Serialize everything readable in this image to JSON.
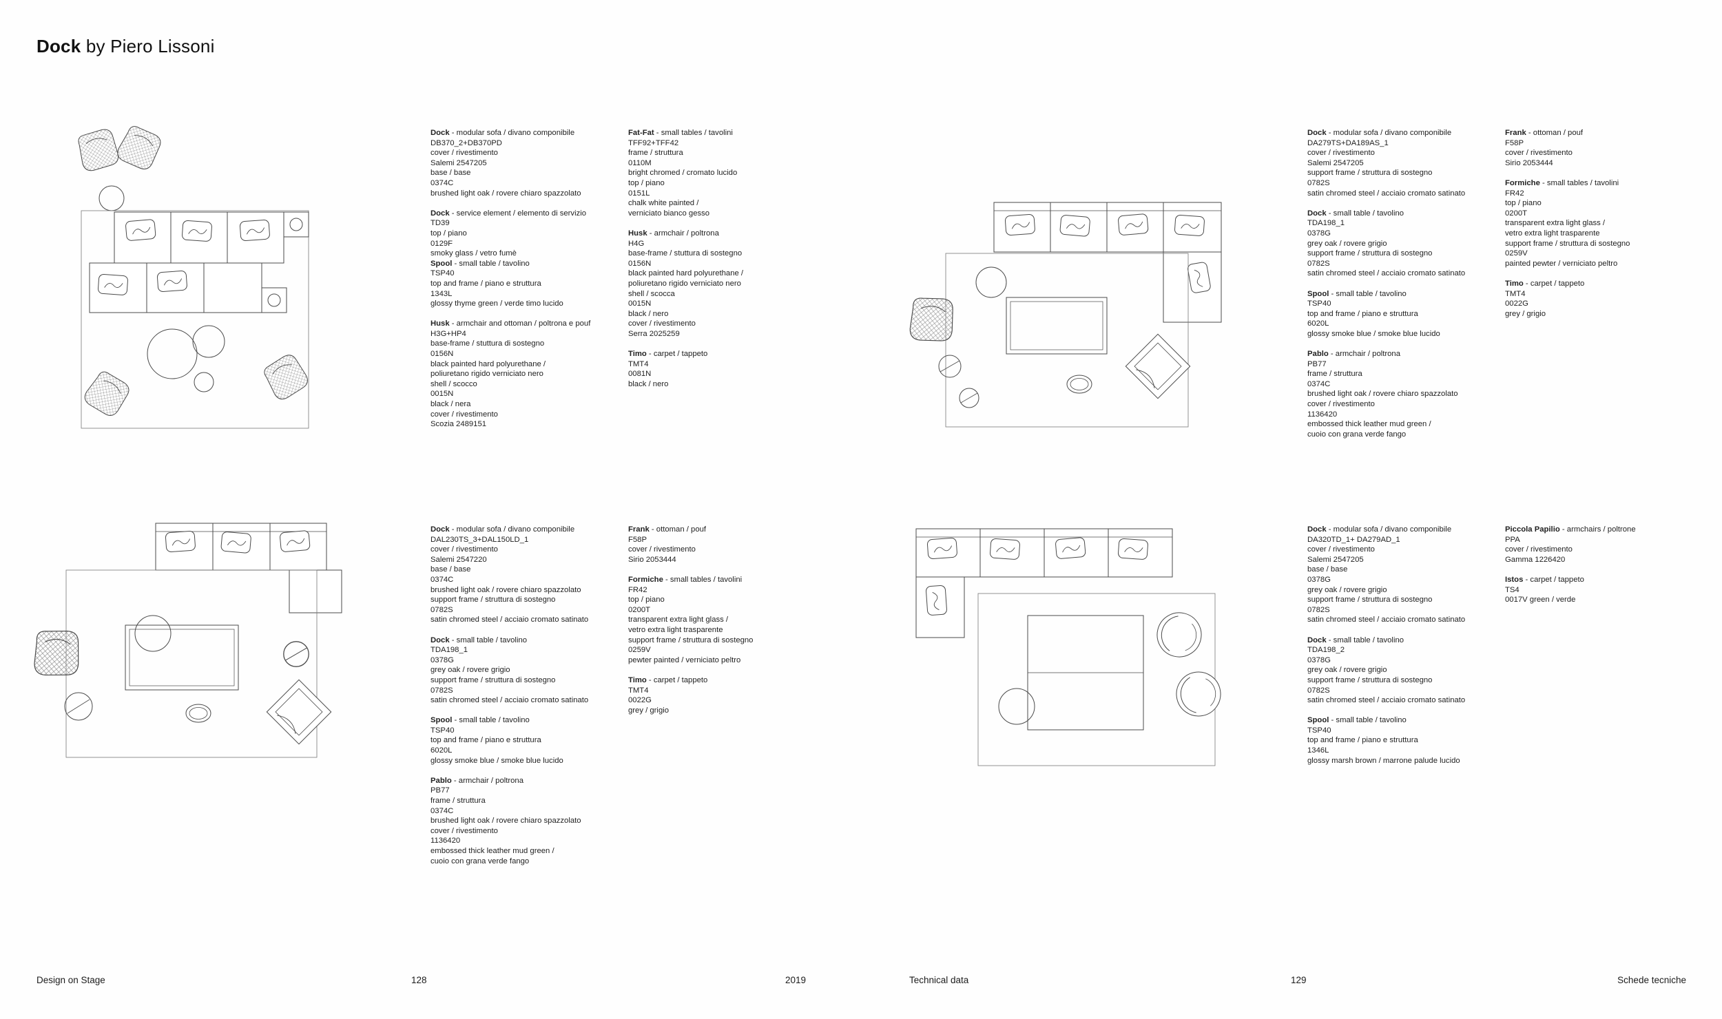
{
  "colors": {
    "background": "#ffffff",
    "ink": "#1c1c1c",
    "line": "#4a4a4a"
  },
  "header": {
    "title_product": "Dock",
    "title_suffix": " by Piero Lissoni"
  },
  "footer": {
    "brand": "Design on Stage",
    "page_left": "128",
    "year": "2019",
    "label_en": "Technical data",
    "page_right": "129",
    "label_it": "Schede tecniche"
  },
  "spec_columns": [
    {
      "position": "top-1",
      "items": [
        {
          "name": "Dock",
          "desc": "modular sofa / divano componibile",
          "lines": [
            "DB370_2+DB370PD",
            "cover / rivestimento",
            "Salemi 2547205",
            "base / base",
            "0374C",
            "brushed light oak / rovere chiaro spazzolato"
          ]
        },
        {
          "name": "Dock",
          "desc": "service element / elemento di servizio",
          "lines": [
            "TD39",
            "top / piano",
            "0129F",
            "smoky glass / vetro fumè"
          ]
        },
        {
          "name": "Spool",
          "desc": "small table / tavolino",
          "tight": true,
          "lines": [
            "TSP40",
            "top and frame / piano e struttura",
            "1343L",
            "glossy thyme green / verde timo lucido"
          ]
        },
        {
          "name": "Husk",
          "desc": "armchair and ottoman / poltrona e pouf",
          "lines": [
            "H3G+HP4",
            "base-frame / stuttura di sostegno",
            "0156N",
            "black painted hard polyurethane /",
            "poliuretano rigido verniciato nero",
            "shell / scocco",
            "0015N",
            "black / nera",
            "cover / rivestimento",
            "Scozia 2489151"
          ]
        }
      ]
    },
    {
      "position": "top-2",
      "items": [
        {
          "name": "Fat-Fat",
          "desc": "small tables / tavolini",
          "lines": [
            "TFF92+TFF42",
            "frame / struttura",
            "0110M",
            "bright chromed / cromato lucido",
            "top / piano",
            "0151L",
            "chalk white painted /",
            "verniciato bianco gesso"
          ]
        },
        {
          "name": "Husk",
          "desc": "armchair / poltrona",
          "lines": [
            "H4G",
            "base-frame / stuttura di sostegno",
            "0156N",
            "black painted hard polyurethane /",
            "poliuretano rigido verniciato nero",
            "shell / scocca",
            "0015N",
            "black / nero",
            "cover / rivestimento",
            "Serra 2025259"
          ]
        },
        {
          "name": "Timo",
          "desc": "carpet / tappeto",
          "lines": [
            "TMT4",
            "0081N",
            "black / nero"
          ]
        }
      ]
    },
    {
      "position": "top-3",
      "items": [
        {
          "name": "Dock",
          "desc": "modular sofa / divano componibile",
          "lines": [
            "DA279TS+DA189AS_1",
            "cover / rivestimento",
            "Salemi 2547205",
            "support frame / struttura di sostegno",
            "0782S",
            "satin chromed steel / acciaio cromato satinato"
          ]
        },
        {
          "name": "Dock",
          "desc": "small table / tavolino",
          "lines": [
            "TDA198_1",
            "0378G",
            "grey oak / rovere grigio",
            "support frame / struttura di sostegno",
            "0782S",
            "satin chromed steel / acciaio cromato satinato"
          ]
        },
        {
          "name": "Spool",
          "desc": "small table / tavolino",
          "lines": [
            "TSP40",
            "top and frame / piano e struttura",
            "6020L",
            "glossy smoke blue / smoke blue lucido"
          ]
        },
        {
          "name": "Pablo",
          "desc": "armchair / poltrona",
          "lines": [
            "PB77",
            "frame / struttura",
            "0374C",
            "brushed light oak / rovere chiaro spazzolato",
            "cover / rivestimento",
            "1136420",
            "embossed thick leather mud green /",
            "cuoio  con grana verde fango"
          ]
        }
      ]
    },
    {
      "position": "top-4",
      "items": [
        {
          "name": "Frank",
          "desc": "ottoman / pouf",
          "lines": [
            "F58P",
            "cover / rivestimento",
            "Sirio 2053444"
          ]
        },
        {
          "name": "Formiche",
          "desc": "small tables / tavolini",
          "lines": [
            "FR42",
            "top / piano",
            "0200T",
            "transparent extra light glass /",
            "vetro extra light trasparente",
            "support frame / struttura di sostegno",
            "0259V",
            "painted pewter / verniciato peltro"
          ]
        },
        {
          "name": "Timo",
          "desc": "carpet / tappeto",
          "lines": [
            "TMT4",
            "0022G",
            "grey / grigio"
          ]
        }
      ]
    },
    {
      "position": "bottom-1",
      "items": [
        {
          "name": "Dock",
          "desc": "modular sofa / divano componibile",
          "lines": [
            "DAL230TS_3+DAL150LD_1",
            "cover / rivestimento",
            "Salemi 2547220",
            "base / base",
            "0374C",
            "brushed light oak / rovere chiaro spazzolato",
            "support frame / struttura di sostegno",
            "0782S",
            "satin chromed steel / acciaio cromato satinato"
          ]
        },
        {
          "name": "Dock",
          "desc": "small table / tavolino",
          "lines": [
            "TDA198_1",
            "0378G",
            "grey oak / rovere grigio",
            "support frame / struttura di sostegno",
            "0782S",
            "satin chromed steel / acciaio cromato satinato"
          ]
        },
        {
          "name": "Spool",
          "desc": "small table / tavolino",
          "lines": [
            "TSP40",
            "top and frame / piano e struttura",
            "6020L",
            "glossy smoke blue / smoke blue lucido"
          ]
        },
        {
          "name": "Pablo",
          "desc": "armchair / poltrona",
          "lines": [
            "PB77",
            "frame / struttura",
            "0374C",
            "brushed light oak / rovere chiaro spazzolato",
            "cover / rivestimento",
            "1136420",
            "embossed thick leather mud green /",
            "cuoio con grana verde fango"
          ]
        }
      ]
    },
    {
      "position": "bottom-2",
      "items": [
        {
          "name": "Frank",
          "desc": "ottoman / pouf",
          "lines": [
            "F58P",
            "cover / rivestimento",
            "Sirio 2053444"
          ]
        },
        {
          "name": "Formiche",
          "desc": "small tables / tavolini",
          "lines": [
            "FR42",
            "top / piano",
            "0200T",
            "transparent extra light glass /",
            "vetro extra light trasparente",
            "support frame / struttura di sostegno",
            "0259V",
            "pewter painted / verniciato peltro"
          ]
        },
        {
          "name": "Timo",
          "desc": "carpet / tappeto",
          "lines": [
            "TMT4",
            "0022G",
            "grey / grigio"
          ]
        }
      ]
    },
    {
      "position": "bottom-3",
      "items": [
        {
          "name": "Dock",
          "desc": "modular sofa / divano componibile",
          "lines": [
            "DA320TD_1+ DA279AD_1",
            "cover / rivestimento",
            "Salemi 2547205",
            "base / base",
            "0378G",
            "grey oak / rovere grigio",
            "support frame / struttura di sostegno",
            "0782S",
            "satin chromed steel / acciaio cromato satinato"
          ]
        },
        {
          "name": "Dock",
          "desc": "small table / tavolino",
          "lines": [
            "TDA198_2",
            "0378G",
            "grey oak / rovere grigio",
            "support frame / struttura di sostegno",
            "0782S",
            "satin chromed steel / acciaio cromato satinato"
          ]
        },
        {
          "name": "Spool",
          "desc": "small table / tavolino",
          "lines": [
            "TSP40",
            "top and frame / piano e struttura",
            "1346L",
            "glossy marsh brown / marrone palude lucido"
          ]
        }
      ]
    },
    {
      "position": "bottom-4",
      "items": [
        {
          "name": "Piccola Papilio",
          "desc": "armchairs / poltrone",
          "lines": [
            "PPA",
            "cover / rivestimento",
            "Gamma 1226420"
          ]
        },
        {
          "name": "Istos",
          "desc": "carpet / tappeto",
          "lines": [
            "TS4",
            "0017V green / verde"
          ]
        }
      ]
    }
  ]
}
